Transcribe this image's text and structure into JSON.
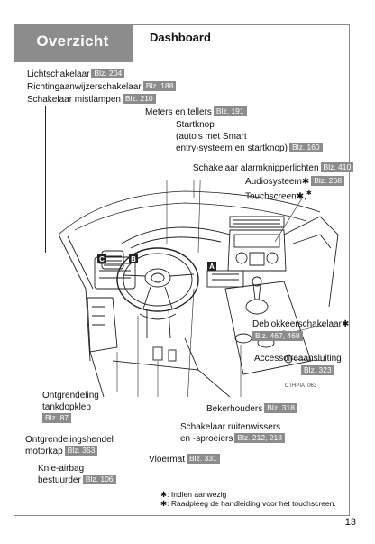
{
  "header": {
    "section": "Overzicht",
    "title": "Dashboard"
  },
  "labels": {
    "light_switch": {
      "text": "Lichtschakelaar",
      "page": "Blz. 204"
    },
    "turn_signal": {
      "text": "Richtingaanwijzerschakelaar",
      "page": "Blz. 188"
    },
    "fog_switch": {
      "text": "Schakelaar mistlampen",
      "page": "Blz. 210"
    },
    "meters": {
      "text": "Meters en tellers",
      "page": "Blz. 191"
    },
    "start_line1": "Startknop",
    "start_line2": "(auto's met Smart",
    "start_line3": "entry-systeem en startknop)",
    "start_page": "Blz. 160",
    "hazard": {
      "text": "Schakelaar alarmknipperlichten",
      "page": "Blz. 410"
    },
    "audio": {
      "text": "Audiosysteem",
      "page": "Blz. 268"
    },
    "touchscreen": "Touchscreen",
    "deblock_text": "Deblokkeerschakelaar",
    "deblock_page": "Blz. 467, 468",
    "accessory_text": "Accessoireaansluiting",
    "accessory_page": "Blz. 323",
    "fuel_line1": "Ontgrendeling",
    "fuel_line2": "tankdopklep",
    "fuel_page": "Blz. 87",
    "cupholders": {
      "text": "Bekerhouders",
      "page": "Blz. 318"
    },
    "wiper_line1": "Schakelaar ruitenwissers",
    "wiper_line2": "en -sproeiers",
    "wiper_page": "Blz. 212, 218",
    "hood_line1": "Ontgrendelingshendel",
    "hood_line2": "motorkap",
    "hood_page": "Blz. 353",
    "floor": {
      "text": "Vloermat",
      "page": "Blz. 331"
    },
    "knee_line1": "Knie-airbag",
    "knee_line2": "bestuurder",
    "knee_page": "Blz. 106"
  },
  "diagram": {
    "callouts": [
      "A",
      "B",
      "C"
    ],
    "code": "CTHPIAT063",
    "star": "✱",
    "star_double": "✱"
  },
  "footnotes": {
    "line1": ": Indien aanwezig",
    "line2": ": Raadpleeg de handleiding voor het touchscreen."
  },
  "page_number": "13"
}
